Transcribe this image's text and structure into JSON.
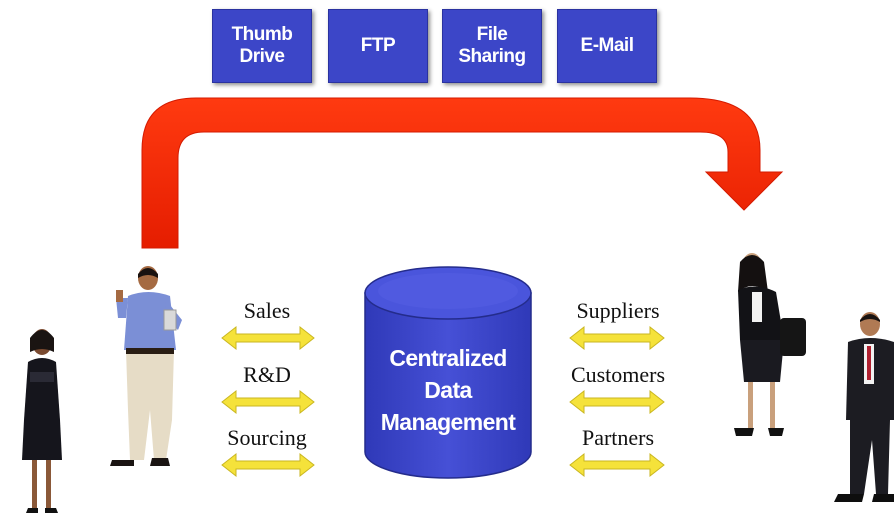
{
  "channels": [
    {
      "label": "Thumb\nDrive"
    },
    {
      "label": "FTP"
    },
    {
      "label": "File\nSharing"
    },
    {
      "label": "E-Mail"
    }
  ],
  "center": {
    "label": "Centralized\nData\nManagement"
  },
  "left_labels": [
    "Sales",
    "R&D",
    "Sourcing"
  ],
  "right_labels": [
    "Suppliers",
    "Customers",
    "Partners"
  ],
  "colors": {
    "box": "#3c46c8",
    "cylinder": "#3c46c8",
    "big_arrow": "#ff2a00",
    "double_arrows": "#f5e23a"
  },
  "figures": {
    "left": [
      "person-woman-dress",
      "person-man-pointing"
    ],
    "right": [
      "person-woman-phone",
      "person-man-suit"
    ]
  }
}
